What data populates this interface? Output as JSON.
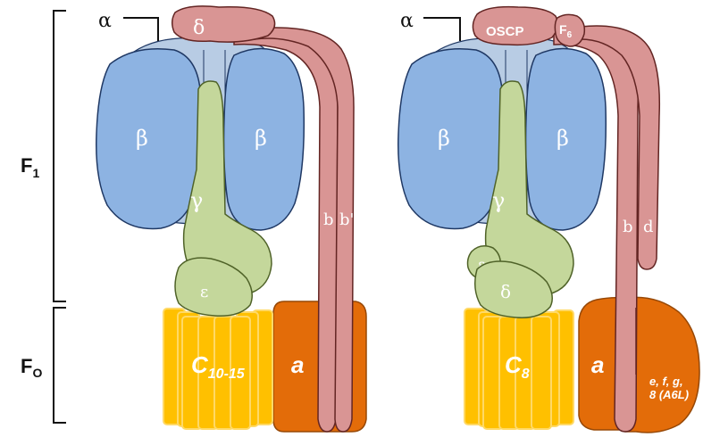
{
  "bracket_labels": {
    "f1_main": "F",
    "f1_sub": "1",
    "fo_main": "F",
    "fo_sub": "O"
  },
  "left_complex": {
    "alpha": "α",
    "delta": "δ",
    "beta_left": "β",
    "beta_right": "β",
    "gamma": "γ",
    "epsilon": "ε",
    "b": "b",
    "b_prime": "b'",
    "c_ring_main": "C",
    "c_ring_sub": "10-15",
    "a_subunit": "a"
  },
  "right_complex": {
    "alpha": "α",
    "oscp": "OSCP",
    "f6_main": "F",
    "f6_sub": "6",
    "beta_left": "β",
    "beta_right": "β",
    "gamma": "γ",
    "epsilon": "ε",
    "delta": "δ",
    "b": "b",
    "d": "d",
    "c_ring_main": "C",
    "c_ring_sub": "8",
    "a_subunit": "a",
    "efg_line1": "e, f, g,",
    "efg_line2": "8 (A6L)"
  },
  "colors": {
    "beta": "#8db3e2",
    "alpha": "#b8cce4",
    "stroke_blue": "#1f3864",
    "gamma": "#c4d79b",
    "stroke_green": "#4f6228",
    "stalk": "#d99594",
    "stroke_red": "#632523",
    "c_ring": "#ffc000",
    "c_ring_light": "#ffd966",
    "a_subunit": "#e36c09",
    "stroke_orange": "#974806"
  }
}
